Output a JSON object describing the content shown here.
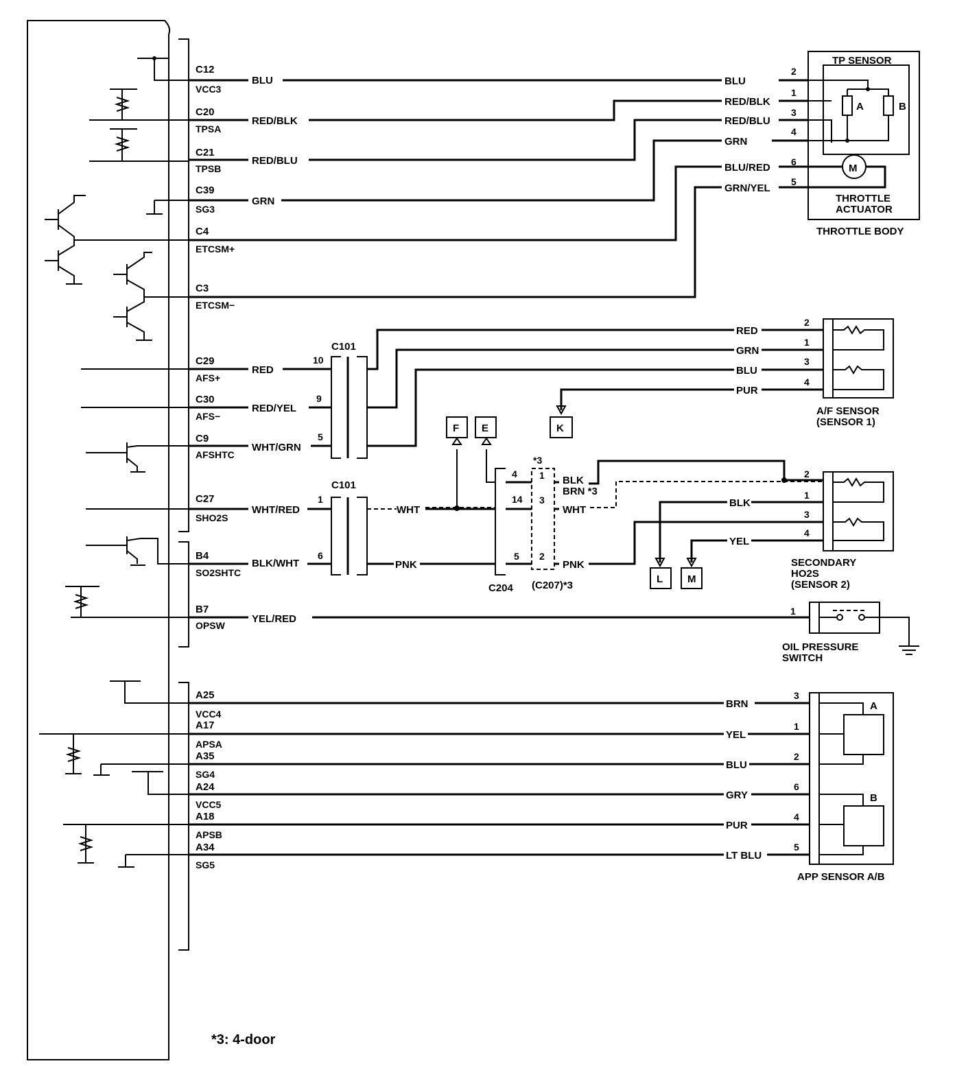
{
  "ecm_pins": [
    {
      "id": "C12",
      "sig": "VCC3",
      "color": "BLU"
    },
    {
      "id": "C20",
      "sig": "TPSA",
      "color": "RED/BLK"
    },
    {
      "id": "C21",
      "sig": "TPSB",
      "color": "RED/BLU"
    },
    {
      "id": "C39",
      "sig": "SG3",
      "color": "GRN"
    },
    {
      "id": "C4",
      "sig": "ETCSM+"
    },
    {
      "id": "C3",
      "sig": "ETCSM−"
    },
    {
      "id": "C29",
      "sig": "AFS+",
      "color": "RED"
    },
    {
      "id": "C30",
      "sig": "AFS−",
      "color": "RED/YEL"
    },
    {
      "id": "C9",
      "sig": "AFSHTC",
      "color": "WHT/GRN"
    },
    {
      "id": "C27",
      "sig": "SHO2S",
      "color": "WHT/RED"
    },
    {
      "id": "B4",
      "sig": "SO2SHTC",
      "color": "BLK/WHT"
    },
    {
      "id": "B7",
      "sig": "OPSW",
      "color": "YEL/RED"
    },
    {
      "id": "A25",
      "sig": "VCC4"
    },
    {
      "id": "A17",
      "sig": "APSA"
    },
    {
      "id": "A35",
      "sig": "SG4"
    },
    {
      "id": "A24",
      "sig": "VCC5"
    },
    {
      "id": "A18",
      "sig": "APSB"
    },
    {
      "id": "A34",
      "sig": "SG5"
    }
  ],
  "throttle_body": {
    "title": "THROTTLE BODY",
    "tp_sensor": "TP SENSOR",
    "actuator_line1": "THROTTLE",
    "actuator_line2": "ACTUATOR",
    "res_a": "A",
    "res_b": "B",
    "motor": "M",
    "wires": [
      {
        "color": "BLU",
        "pin": "2"
      },
      {
        "color": "RED/BLK",
        "pin": "1"
      },
      {
        "color": "RED/BLU",
        "pin": "3"
      },
      {
        "color": "GRN",
        "pin": "4"
      },
      {
        "color": "BLU/RED",
        "pin": "6"
      },
      {
        "color": "GRN/YEL",
        "pin": "5"
      }
    ]
  },
  "af_sensor": {
    "line1": "A/F SENSOR",
    "line2": "(SENSOR 1)",
    "wires": [
      {
        "color": "RED",
        "pin": "2"
      },
      {
        "color": "GRN",
        "pin": "1"
      },
      {
        "color": "BLU",
        "pin": "3"
      },
      {
        "color": "PUR",
        "pin": "4"
      }
    ]
  },
  "ho2s": {
    "line1": "SECONDARY",
    "line2": "HO2S",
    "line3": "(SENSOR 2)",
    "wires": [
      {
        "color": "BLK",
        "pin": "1"
      },
      {
        "color": "YEL",
        "pin": "4"
      }
    ],
    "pin2": "2",
    "pin3": "3"
  },
  "connectors": {
    "c101": "C101",
    "c101_pins": [
      "10",
      "9",
      "5",
      "1",
      "6"
    ],
    "c204": "C204",
    "c204_pins": [
      "4",
      "14",
      "5"
    ],
    "c207": "(C207)*3",
    "c207_top": "*3",
    "c207_pins": [
      "1",
      "3",
      "2"
    ],
    "blk": "BLK",
    "brn": "BRN *3",
    "wht": "WHT",
    "pnk": "PNK"
  },
  "refs": [
    "F",
    "E",
    "K",
    "L",
    "M"
  ],
  "oil_switch": {
    "line1": "OIL PRESSURE",
    "line2": "SWITCH",
    "pin": "1"
  },
  "app_sensor": {
    "title": "APP SENSOR A/B",
    "sec_a": "A",
    "sec_b": "B",
    "wires": [
      {
        "color": "BRN",
        "pin": "3"
      },
      {
        "color": "YEL",
        "pin": "1"
      },
      {
        "color": "BLU",
        "pin": "2"
      },
      {
        "color": "GRY",
        "pin": "6"
      },
      {
        "color": "PUR",
        "pin": "4"
      },
      {
        "color": "LT BLU",
        "pin": "5"
      }
    ]
  },
  "footnote": "*3: 4-door"
}
